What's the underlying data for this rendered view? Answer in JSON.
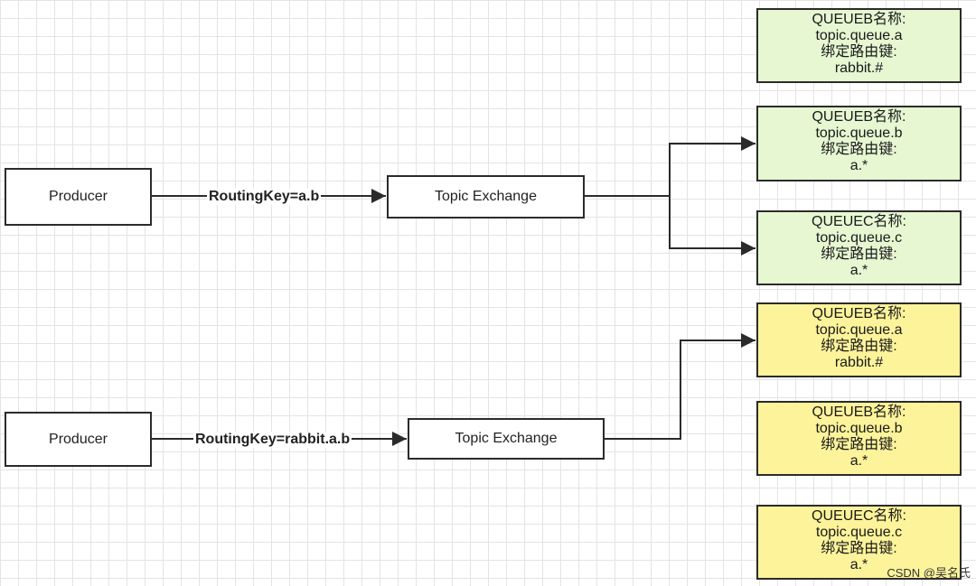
{
  "top_flow": {
    "producer": "Producer",
    "routing_key": "RoutingKey=a.b",
    "exchange": "Topic Exchange",
    "queues": [
      {
        "title": "QUEUEB名称:",
        "name": "topic.queue.a",
        "key_label": "绑定路由键:",
        "key": "rabbit.#"
      },
      {
        "title": "QUEUEB名称:",
        "name": "topic.queue.b",
        "key_label": "绑定路由键:",
        "key": "a.*"
      },
      {
        "title": "QUEUEC名称:",
        "name": "topic.queue.c",
        "key_label": "绑定路由键:",
        "key": "a.*"
      }
    ]
  },
  "bottom_flow": {
    "producer": "Producer",
    "routing_key": "RoutingKey=rabbit.a.b",
    "exchange": "Topic Exchange",
    "queues": [
      {
        "title": "QUEUEB名称:",
        "name": "topic.queue.a",
        "key_label": "绑定路由键:",
        "key": "rabbit.#"
      },
      {
        "title": "QUEUEB名称:",
        "name": "topic.queue.b",
        "key_label": "绑定路由键:",
        "key": "a.*"
      },
      {
        "title": "QUEUEC名称:",
        "name": "topic.queue.c",
        "key_label": "绑定路由键:",
        "key": "a.*"
      }
    ]
  },
  "credit": "CSDN @吴名氏",
  "colors": {
    "queue_top": "#e6f7d2",
    "queue_bottom": "#fdf39a",
    "line": "#2b2b2b"
  }
}
